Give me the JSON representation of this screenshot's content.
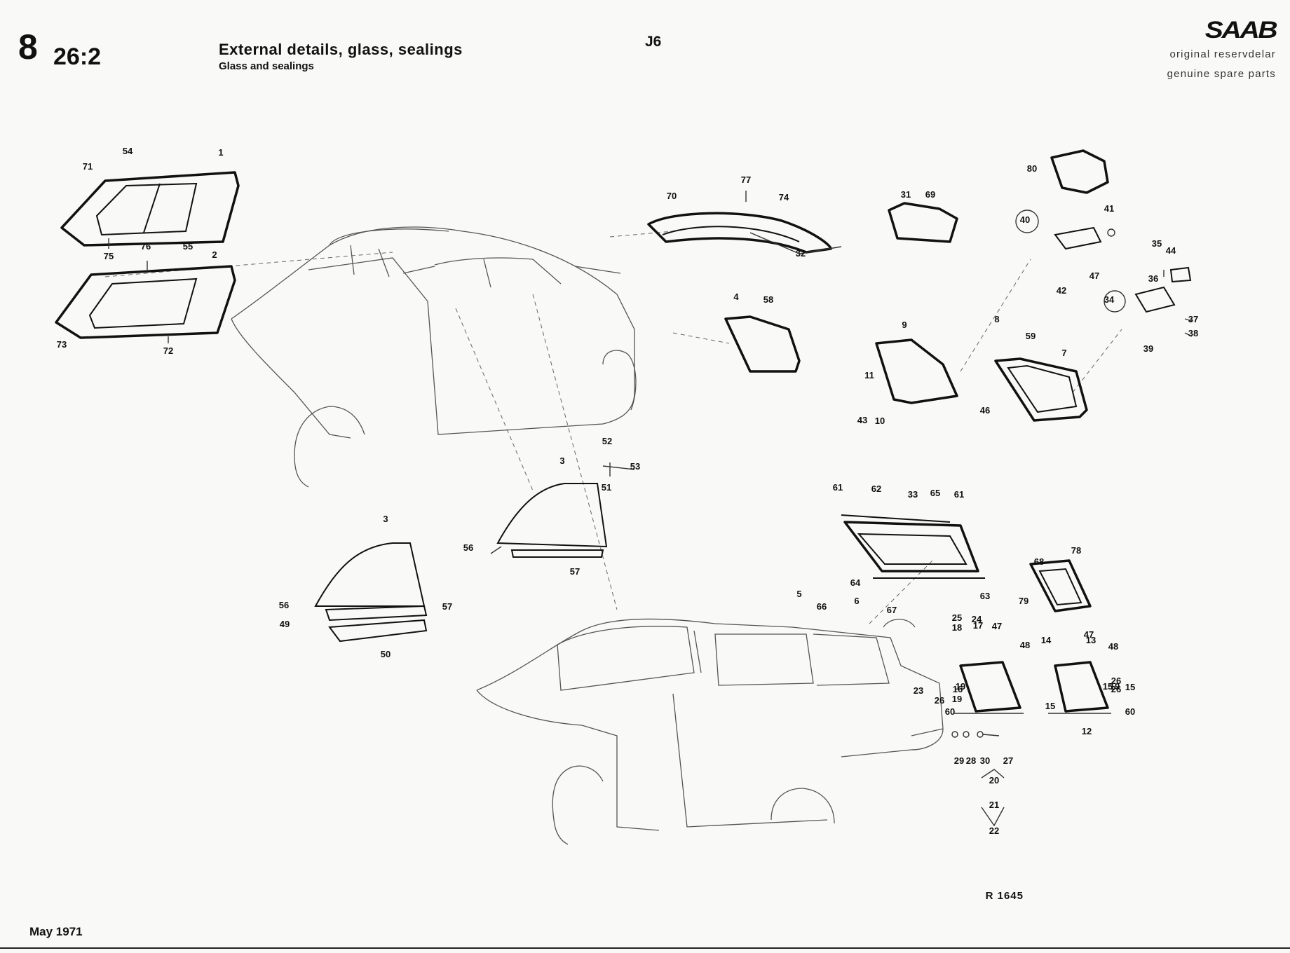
{
  "header": {
    "section_big": "8",
    "section_small": "26:2",
    "title_main": "External details, glass, sealings",
    "title_sub": "Glass and sealings",
    "page_code": "J6"
  },
  "brand": {
    "logo_text": "SAAB",
    "line1": "original reservdelar",
    "line2": "genuine spare parts"
  },
  "footer": {
    "reference": "R 1645",
    "date": "May 1971"
  },
  "callouts": [
    "1",
    "2",
    "3",
    "3",
    "4",
    "5",
    "6",
    "7",
    "8",
    "9",
    "10",
    "11",
    "12",
    "13",
    "14",
    "15",
    "15",
    "15",
    "16",
    "17",
    "18",
    "19",
    "19",
    "19",
    "20",
    "21",
    "22",
    "23",
    "24",
    "25",
    "26",
    "26",
    "26",
    "27",
    "28",
    "29",
    "30",
    "31",
    "32",
    "33",
    "34",
    "35",
    "36",
    "37",
    "38",
    "39",
    "40",
    "41",
    "42",
    "43",
    "44",
    "46",
    "47",
    "47",
    "47",
    "48",
    "48",
    "49",
    "50",
    "51",
    "52",
    "53",
    "54",
    "55",
    "56",
    "56",
    "57",
    "57",
    "58",
    "59",
    "60",
    "60",
    "61",
    "61",
    "62",
    "63",
    "64",
    "65",
    "66",
    "67",
    "68",
    "69",
    "70",
    "71",
    "72",
    "73",
    "74",
    "75",
    "76",
    "77",
    "78",
    "79",
    "80"
  ]
}
